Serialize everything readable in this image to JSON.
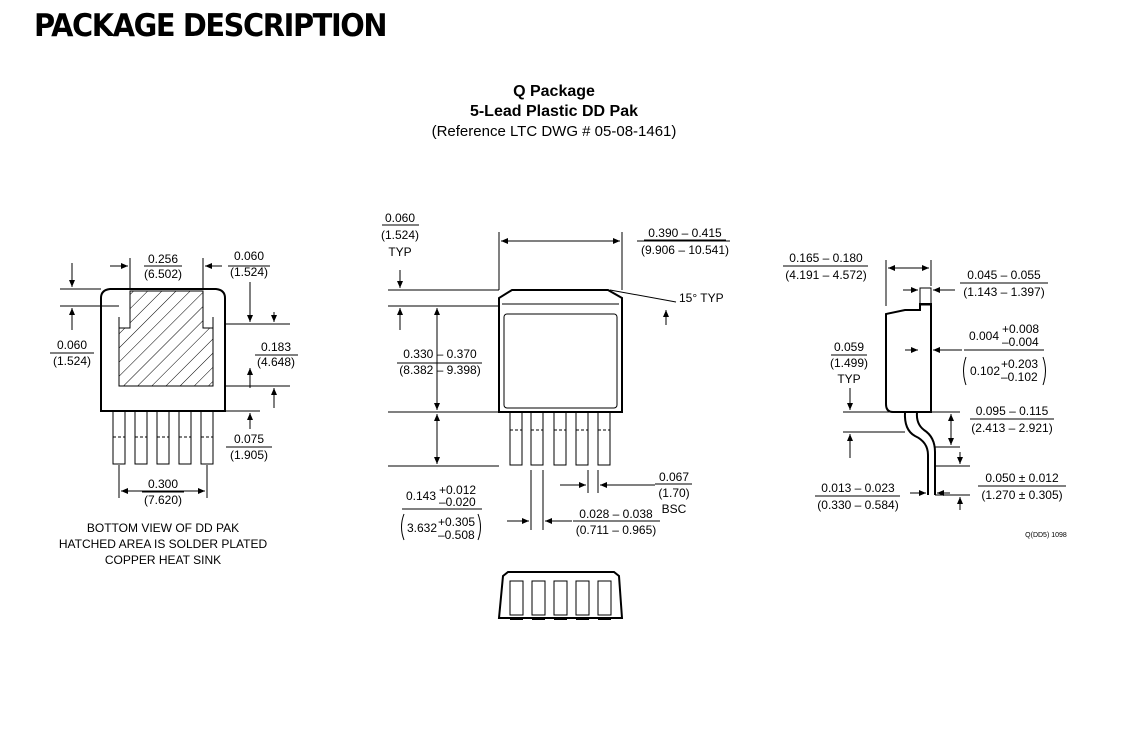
{
  "heading": "PACKAGE DESCRIPTION",
  "title": {
    "line1": "Q Package",
    "line2": "5-Lead Plastic DD Pak",
    "line3": "(Reference LTC DWG # 05-08-1461)"
  },
  "bottom_view": {
    "dim_top_mid_in": "0.256",
    "dim_top_mid_mm": "(6.502)",
    "dim_top_right_in": "0.060",
    "dim_top_right_mm": "(1.524)",
    "dim_left_in": "0.060",
    "dim_left_mm": "(1.524)",
    "dim_right_in": "0.183",
    "dim_right_mm": "(4.648)",
    "dim_lead_in": "0.075",
    "dim_lead_mm": "(1.905)",
    "dim_bottom_in": "0.300",
    "dim_bottom_mm": "(7.620)",
    "caption_1": "BOTTOM VIEW OF DD PAK",
    "caption_2": "HATCHED AREA IS SOLDER PLATED",
    "caption_3": "COPPER HEAT SINK"
  },
  "front_view": {
    "dim_tab_in": "0.060",
    "dim_tab_mm": "(1.524)",
    "dim_tab_note": "TYP",
    "dim_width_in": "0.390 – 0.415",
    "dim_width_mm": "(9.906 – 10.541)",
    "angle": "15° TYP",
    "dim_body_in": "0.330 – 0.370",
    "dim_body_mm": "(8.382 – 9.398)",
    "dim_pitch_in": "0.067",
    "dim_pitch_mm": "(1.70)",
    "dim_pitch_note": "BSC",
    "dim_lead_len_base": "0.143",
    "dim_lead_len_plus": "+0.012",
    "dim_lead_len_minus": "–0.020",
    "dim_lead_len_mm_base": "3.632",
    "dim_lead_len_mm_plus": "+0.305",
    "dim_lead_len_mm_minus": "–0.508",
    "dim_lead_w_in": "0.028 – 0.038",
    "dim_lead_w_mm": "(0.711 – 0.965)"
  },
  "side_view": {
    "dim_height_in": "0.165 – 0.180",
    "dim_height_mm": "(4.191 – 4.572)",
    "dim_tabthk_in": "0.045 – 0.055",
    "dim_tabthk_mm": "(1.143 – 1.397)",
    "dim_standoff_base": "0.004",
    "dim_standoff_plus": "+0.008",
    "dim_standoff_minus": "–0.004",
    "dim_standoff_mm_base": "0.102",
    "dim_standoff_mm_plus": "+0.203",
    "dim_standoff_mm_minus": "–0.102",
    "dim_offset_in": "0.059",
    "dim_offset_mm": "(1.499)",
    "dim_offset_note": "TYP",
    "dim_bend_in": "0.095 – 0.115",
    "dim_bend_mm": "(2.413 – 2.921)",
    "dim_foot_in": "0.050 ± 0.012",
    "dim_foot_mm": "(1.270 ± 0.305)",
    "dim_leadthk_in": "0.013 – 0.023",
    "dim_leadthk_mm": "(0.330 – 0.584)",
    "drawing_code": "Q(DD5) 1098"
  }
}
